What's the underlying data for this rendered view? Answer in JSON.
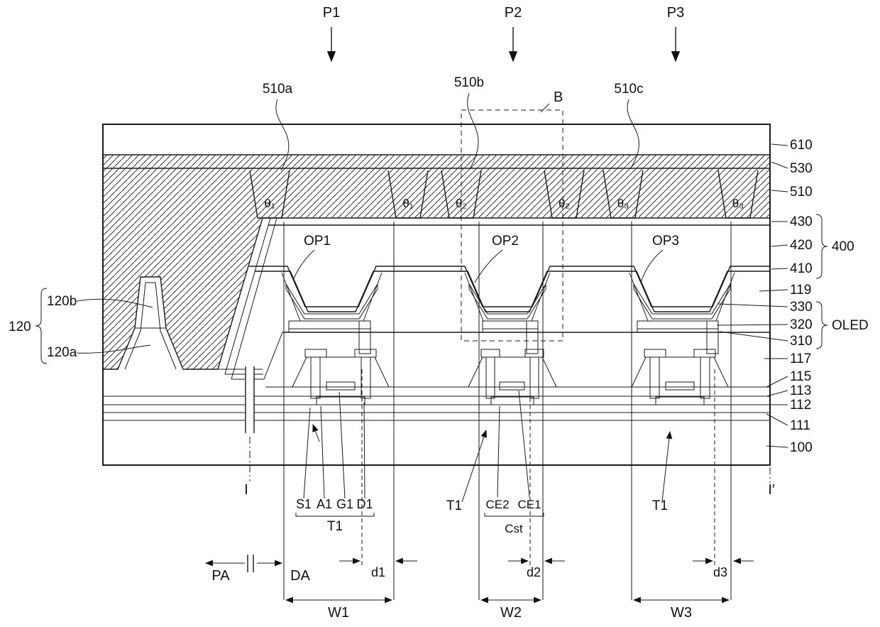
{
  "figure": {
    "top": {
      "p1": "P1",
      "p2": "P2",
      "p3": "P3"
    },
    "spacers": {
      "s510a": "510a",
      "s510b": "510b",
      "s510c": "510c",
      "box_b": "B"
    },
    "angles": {
      "theta1": "θ₁",
      "theta2": "θ₂",
      "theta3": "θ₃"
    },
    "openings": {
      "op1": "OP1",
      "op2": "OP2",
      "op3": "OP3"
    },
    "right": {
      "n610": "610",
      "n530": "530",
      "n510": "510",
      "n430": "430",
      "n420": "420",
      "n410": "410",
      "n400": "400",
      "n119": "119",
      "n330": "330",
      "n320": "320",
      "n310": "310",
      "oled": "OLED",
      "n117": "117",
      "n115": "115",
      "n113": "113",
      "n112": "112",
      "n111": "111",
      "n100": "100"
    },
    "left": {
      "n120": "120",
      "n120a": "120a",
      "n120b": "120b"
    },
    "section": {
      "left_mark": "I",
      "right_mark": "I′"
    },
    "tft": {
      "s1": "S1",
      "a1": "A1",
      "g1": "G1",
      "d1": "D1",
      "t1": "T1",
      "ce2": "CE2",
      "ce1": "CE1",
      "cst": "Cst"
    },
    "regions": {
      "pa": "PA",
      "da": "DA"
    },
    "dims": {
      "d1": "d1",
      "d2": "d2",
      "d3": "d3",
      "w1": "W1",
      "w2": "W2",
      "w3": "W3"
    }
  }
}
